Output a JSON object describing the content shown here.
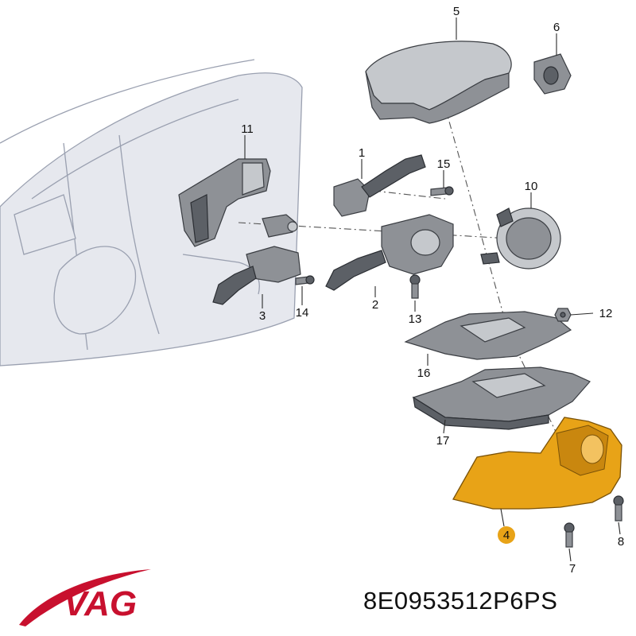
{
  "callouts": [
    {
      "id": "1",
      "label": "1"
    },
    {
      "id": "2",
      "label": "2"
    },
    {
      "id": "3",
      "label": "3"
    },
    {
      "id": "4",
      "label": "4"
    },
    {
      "id": "5",
      "label": "5"
    },
    {
      "id": "6",
      "label": "6"
    },
    {
      "id": "7",
      "label": "7"
    },
    {
      "id": "8",
      "label": "8"
    },
    {
      "id": "10",
      "label": "10"
    },
    {
      "id": "11",
      "label": "11"
    },
    {
      "id": "12",
      "label": "12"
    },
    {
      "id": "13",
      "label": "13"
    },
    {
      "id": "14",
      "label": "14"
    },
    {
      "id": "15",
      "label": "15"
    },
    {
      "id": "16",
      "label": "16"
    },
    {
      "id": "17",
      "label": "17"
    }
  ],
  "highlight": {
    "part": "4",
    "color": "#e8a317",
    "badge_color": "#e8a317"
  },
  "brand": {
    "logo_text": "VAG",
    "logo_color": "#c8102e"
  },
  "part_number": "8E0953512P6PS"
}
